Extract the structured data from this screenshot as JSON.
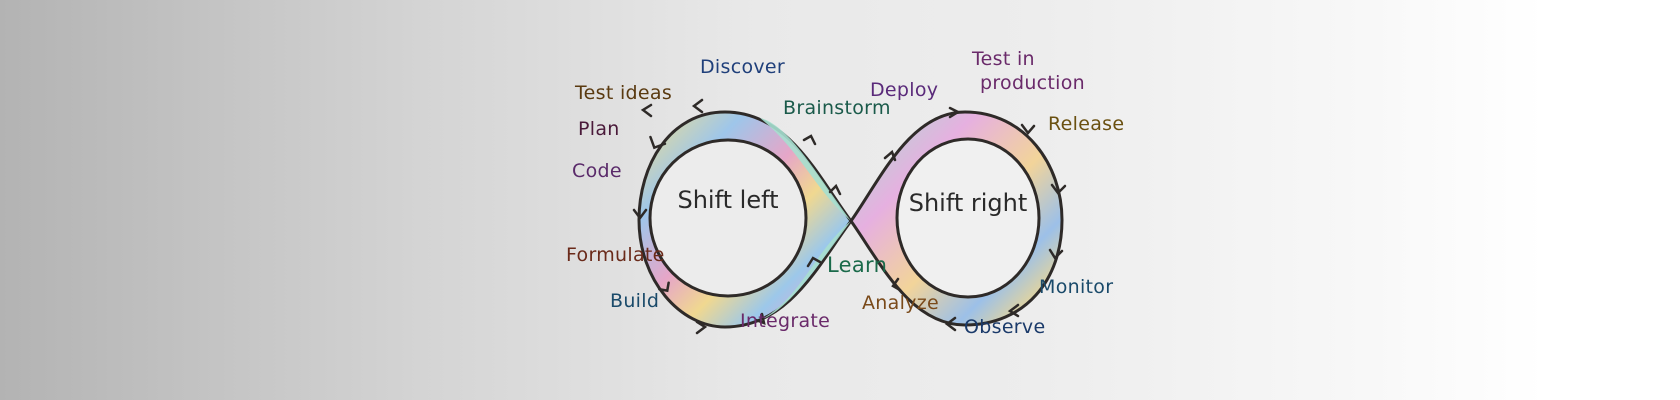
{
  "centers": {
    "left": "Shift left",
    "right": "Shift right"
  },
  "labels": {
    "discover": "Discover",
    "test_ideas": "Test ideas",
    "plan": "Plan",
    "code": "Code",
    "formulate": "Formulate",
    "build": "Build",
    "integrate": "Integrate",
    "learn": "Learn",
    "analyze": "Analyze",
    "observe": "Observe",
    "monitor": "Monitor",
    "release": "Release",
    "test_in_production_1": "Test in",
    "test_in_production_2": "production",
    "deploy": "Deploy",
    "brainstorm": "Brainstorm"
  },
  "colors": {
    "discover": "#1f3f7a",
    "test_ideas": "#5a3a10",
    "plan": "#4a1a3a",
    "code": "#5a2a6a",
    "formulate": "#6a2a1a",
    "build": "#1a4a6a",
    "integrate": "#6a2a6a",
    "learn": "#1a6a4a",
    "analyze": "#7a4a1a",
    "observe": "#1a3a6a",
    "monitor": "#1a4a6a",
    "release": "#6a5010",
    "test_in_production": "#6a2a6a",
    "deploy": "#5a2a7a",
    "brainstorm": "#1a5a4a"
  }
}
